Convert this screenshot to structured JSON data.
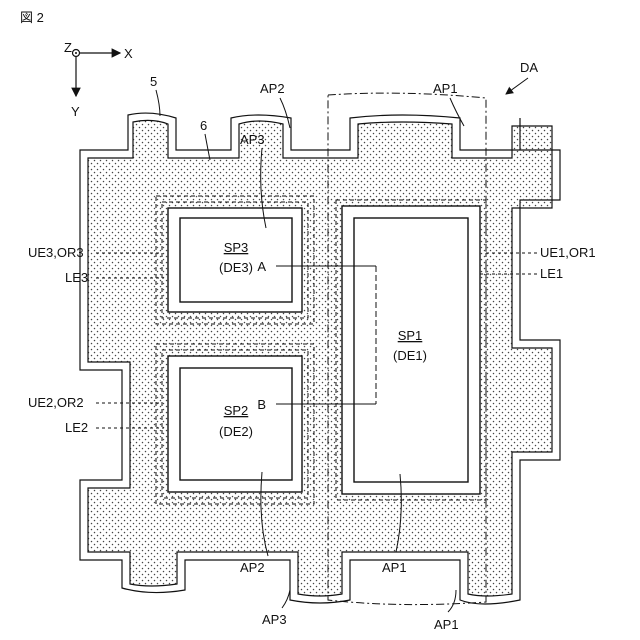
{
  "figure_label": "図 2",
  "axes": {
    "z": "Z",
    "x": "X",
    "y": "Y"
  },
  "display_area": "DA",
  "parts": {
    "outer_layer": "5",
    "dotted_layer": "6"
  },
  "apertures": {
    "ap1": "AP1",
    "ap2": "AP2",
    "ap3": "AP3"
  },
  "subpixels": {
    "sp1": {
      "name": "SP1",
      "electrode": "(DE1)"
    },
    "sp2": {
      "name": "SP2",
      "electrode": "(DE2)"
    },
    "sp3": {
      "name": "SP3",
      "electrode": "(DE3)"
    }
  },
  "points": {
    "a": "A",
    "b": "B"
  },
  "side_labels": {
    "ue3_or3": "UE3,OR3",
    "le3": "LE3",
    "ue2_or2": "UE2,OR2",
    "le2": "LE2",
    "ue1_or1": "UE1,OR1",
    "le1": "LE1"
  }
}
